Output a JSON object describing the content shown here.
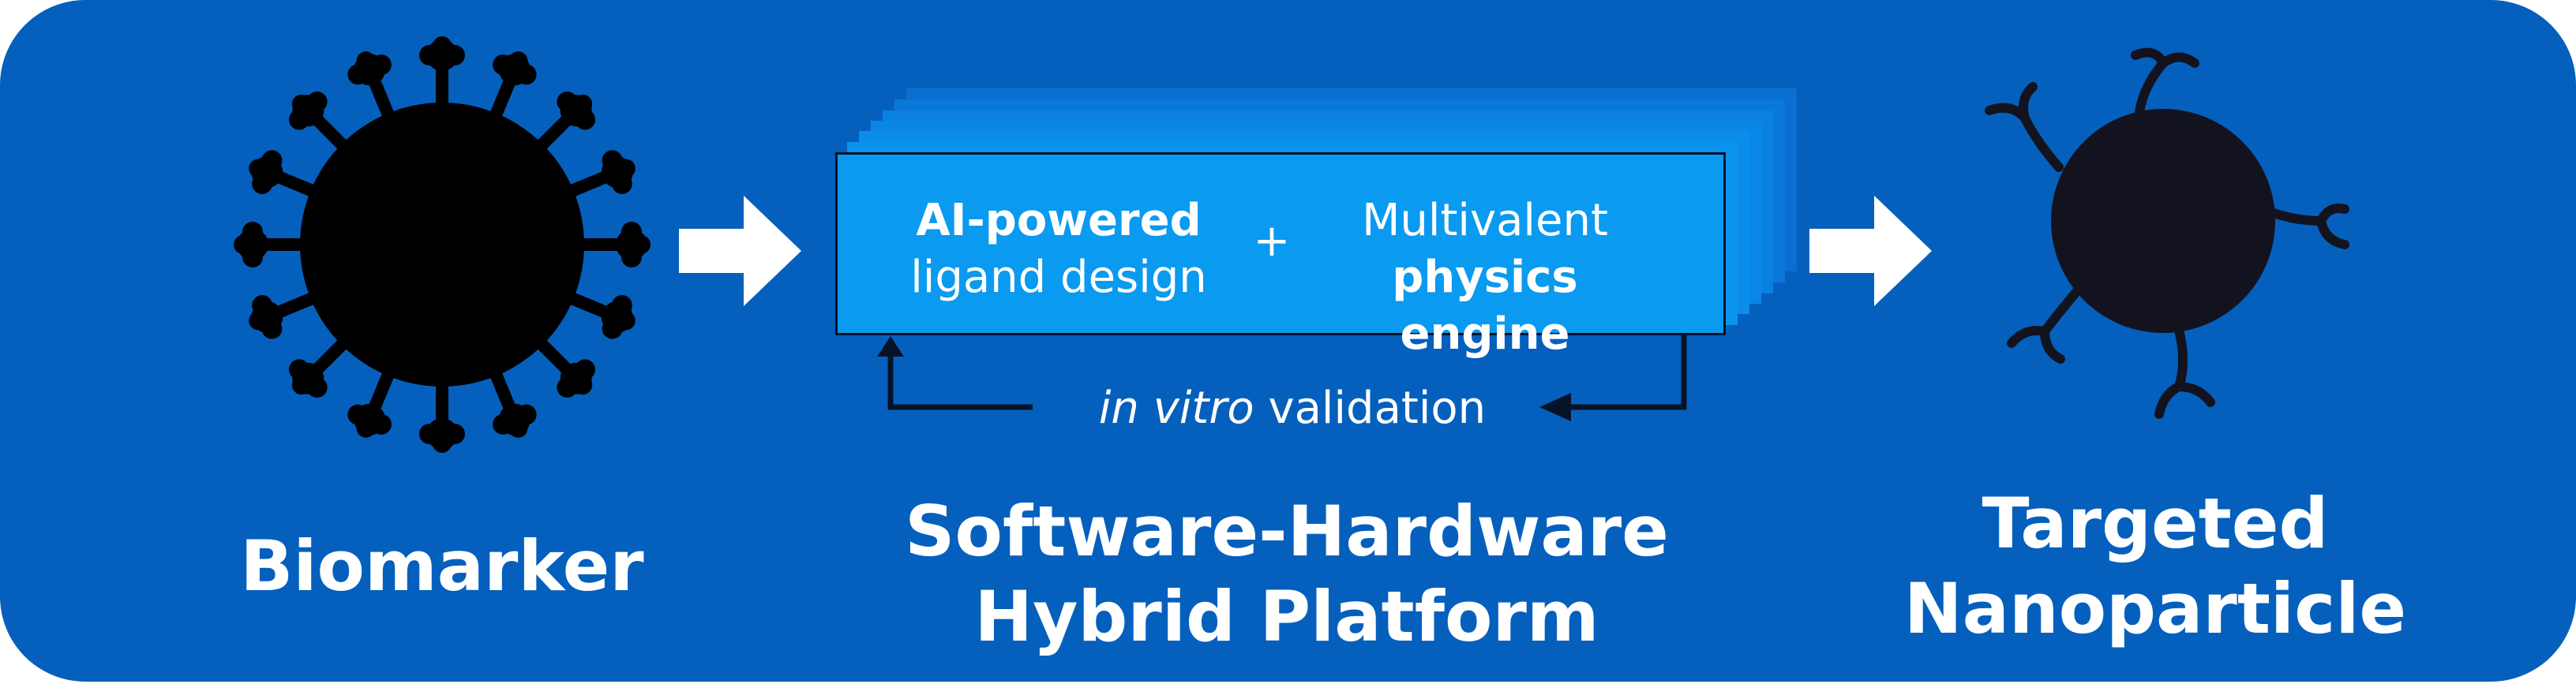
{
  "labels": {
    "biomarker": "Biomarker",
    "platform_line1": "Software-Hardware",
    "platform_line2": "Hybrid Platform",
    "nano_line1": "Targeted",
    "nano_line2": "Nanoparticle"
  },
  "platform_box": {
    "left_bold": "AI-powered",
    "left_light": "ligand design",
    "plus": "+",
    "right_light": "Multivalent",
    "right_bold": "physics engine"
  },
  "feedback": {
    "italic": "in vitro",
    "rest": " validation"
  },
  "colors": {
    "background": "#0560bd",
    "box_fill": "#0a9af0",
    "stack_layer": "#0680de",
    "text": "#ffffff",
    "dark": "#061327"
  }
}
